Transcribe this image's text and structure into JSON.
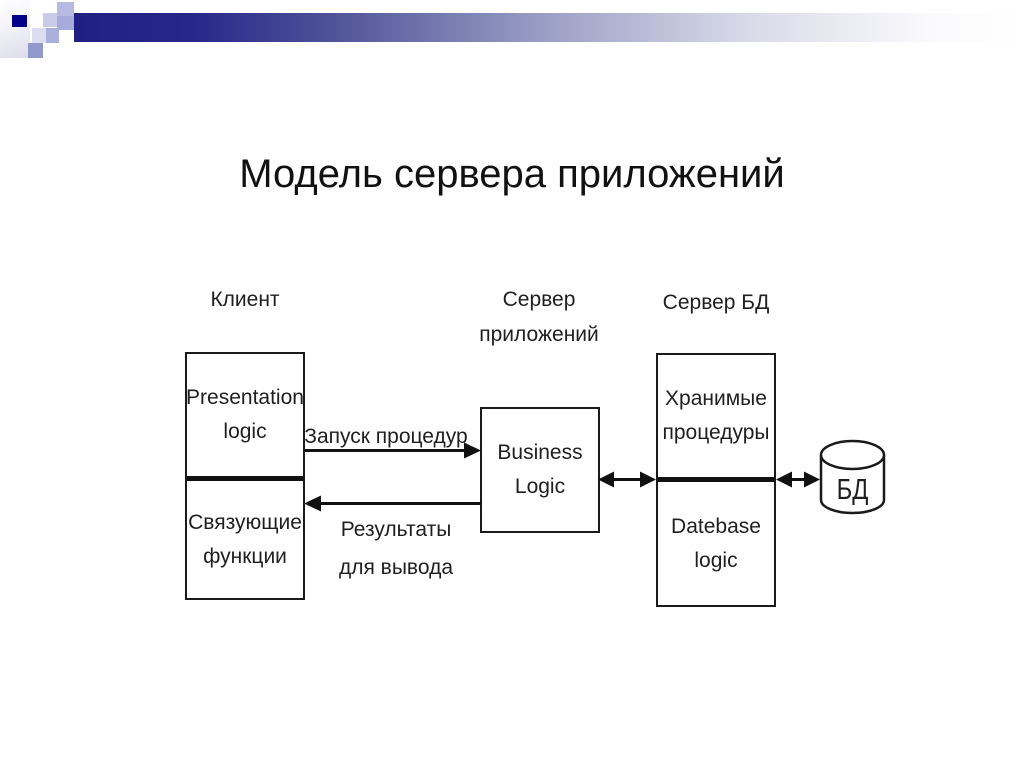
{
  "title": "Модель сервера приложений",
  "diagram": {
    "columns": {
      "client_label": "Клиент",
      "app_server_label": "Сервер приложений",
      "db_server_label": "Сервер БД"
    },
    "client_box": {
      "presentation_logic": "Presentation logic",
      "binding_functions": "Связующие функции"
    },
    "app_server_box": {
      "business_logic": "Business Logic"
    },
    "db_server_box": {
      "stored_procedures": "Хранимые процедуры",
      "database_logic": "Datebase logic"
    },
    "arrows": {
      "request_label": "Запуск процедур",
      "response_label": "Результаты для вывода"
    },
    "database": {
      "label": "БД"
    }
  },
  "colors": {
    "accent_navy": "#000088",
    "bar_gradient_start": "#1f1f84",
    "line_black": "#1a1a1a"
  }
}
